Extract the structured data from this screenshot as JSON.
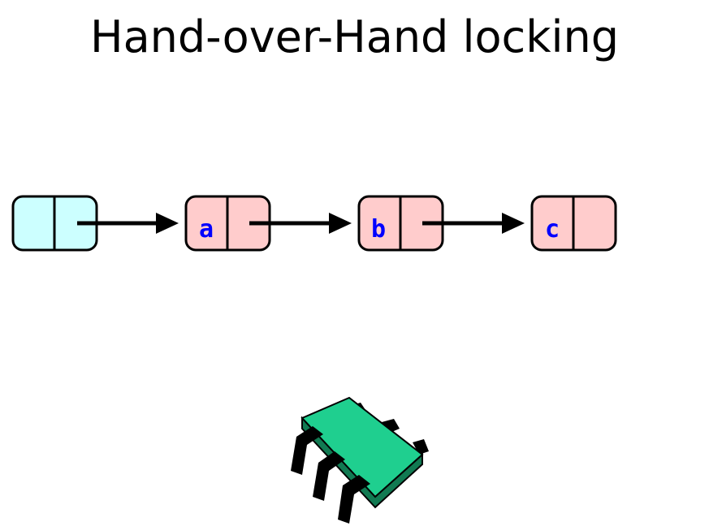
{
  "slide": {
    "title": "Hand-over-Hand locking"
  },
  "list": {
    "nodes": [
      {
        "role": "head",
        "label": "",
        "fill": "#ccffff"
      },
      {
        "role": "node",
        "label": "a",
        "fill": "#ffcccc"
      },
      {
        "role": "node",
        "label": "b",
        "fill": "#ffcccc"
      },
      {
        "role": "node",
        "label": "c",
        "fill": "#ffcccc"
      }
    ],
    "label_color": "#0000ff"
  },
  "thread": {
    "icon": "bug-icon",
    "fill": "#1fcf8f"
  }
}
